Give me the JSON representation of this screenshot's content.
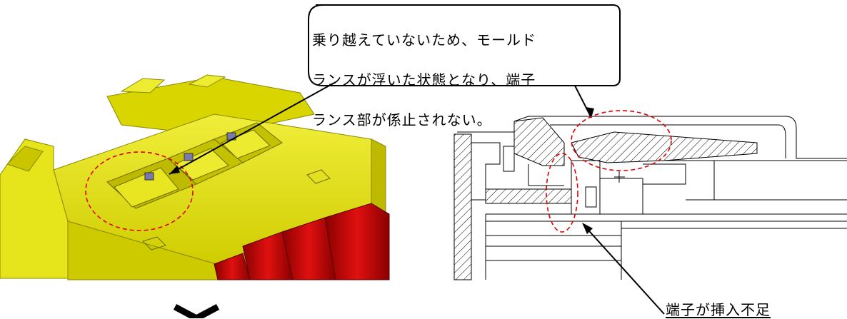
{
  "callout": {
    "lines": [
      "乗り越えていないため、モールド",
      "ランスが浮いた状態となり、端子",
      "ランス部が係止されない。"
    ]
  },
  "label": {
    "text": "端子が挿入不足"
  },
  "colors": {
    "connector_yellow": "#e2e000",
    "connector_dark": "#b5b300",
    "wire_red": "#c80000",
    "highlight_dashed": "#e00000"
  },
  "icons": [
    "ng-cross-mark-icon"
  ]
}
